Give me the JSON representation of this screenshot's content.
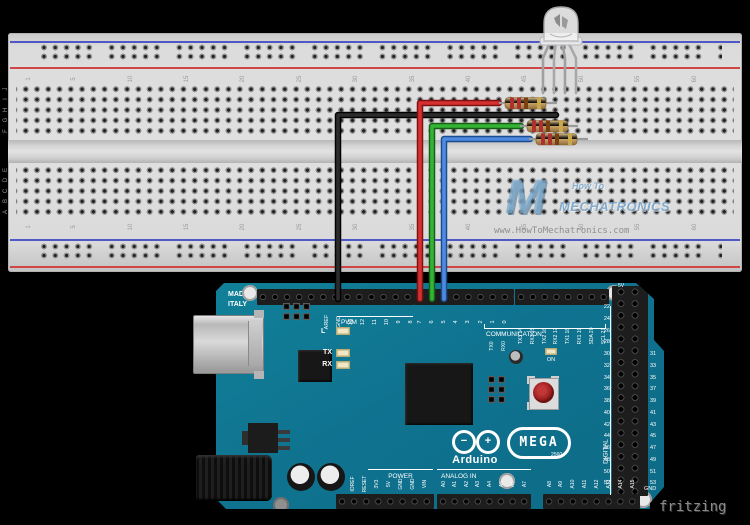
{
  "watermark": {
    "logo": "M",
    "line1": "How To",
    "line2": "MECHATRONICS",
    "url": "www.HowToMechatronics.com"
  },
  "fritzing_label": "fritzing",
  "breadboard": {
    "row_letters_top": [
      "J",
      "I",
      "H",
      "G",
      "F"
    ],
    "row_letters_bottom": [
      "E",
      "D",
      "C",
      "B",
      "A"
    ],
    "column_numbers": [
      "1",
      "5",
      "10",
      "15",
      "20",
      "25",
      "30",
      "35",
      "40",
      "45",
      "50",
      "55",
      "60"
    ],
    "rail_positive_color": "#d04545",
    "rail_negative_color": "#5058c8"
  },
  "arduino": {
    "made_in": "MADE IN",
    "italy": "ITALY",
    "brand": "Arduino",
    "mega": "MEGA",
    "model": "2560",
    "pwm": "PWM",
    "l_led": "L",
    "tx": "TX",
    "rx": "RX",
    "on": "ON",
    "tx0": "TX0",
    "rx0": "RX0",
    "communication": "COMMUNICATION",
    "digital": "DIGITAL",
    "power": "POWER",
    "analog_in": "ANALOG IN",
    "five_v": "5V",
    "gnd": "GND",
    "top_pins_left": [
      "AREF",
      "GND",
      "13",
      "12",
      "11",
      "10",
      "9",
      "8"
    ],
    "top_pins_mid": [
      "7",
      "6",
      "5",
      "4",
      "3",
      "2",
      "1",
      "0"
    ],
    "comm_pins": [
      "TX3 14",
      "RX3 15",
      "TX2 16",
      "RX2 17",
      "TX1 18",
      "RX1 19",
      "SDA 20",
      "SCL 21"
    ],
    "power_pins": [
      "IOREF",
      "RESET",
      "3V3",
      "5V",
      "GND",
      "GND",
      "VIN"
    ],
    "analog_pins_1": [
      "A0",
      "A1",
      "A2",
      "A3",
      "A4",
      "A5",
      "A6",
      "A7"
    ],
    "analog_pins_2": [
      "A8",
      "A9",
      "A10",
      "A11",
      "A12",
      "A13",
      "A14",
      "A15"
    ],
    "digital_pins_left": [
      "22",
      "24",
      "26",
      "28",
      "30",
      "32",
      "34",
      "36",
      "38",
      "40",
      "42",
      "44",
      "46",
      "48",
      "50",
      "52"
    ],
    "digital_pins_right": [
      "31",
      "33",
      "35",
      "37",
      "39",
      "41",
      "43",
      "45",
      "47",
      "49",
      "51",
      "53"
    ]
  },
  "circuit": {
    "board_color": "#0f7390",
    "wire_colors": {
      "ground": "#2c2c2c",
      "red": "#d63030",
      "green": "#35b335",
      "blue": "#4d8ae0"
    },
    "led": "rgb-led",
    "resistor_band_colors": [
      "red",
      "red",
      "brown",
      "gold"
    ]
  }
}
